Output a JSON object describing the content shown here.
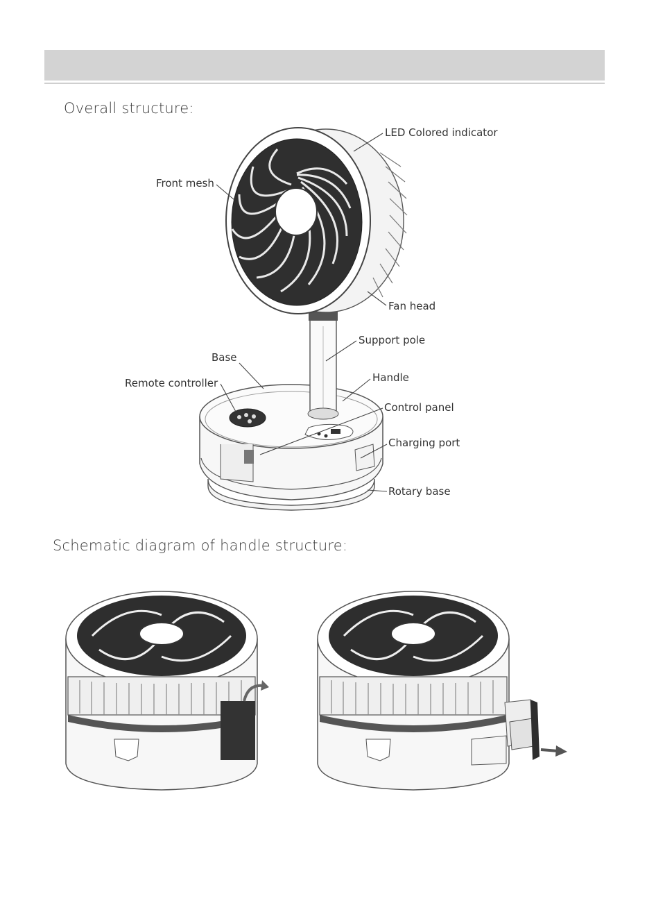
{
  "sections": {
    "overall_title": "Overall structure:",
    "handle_title": "Schematic diagram of handle structure:"
  },
  "labels": {
    "led": "LED  Colored indicator",
    "front_mesh": "Front mesh",
    "fan_head": "Fan head",
    "support_pole": "Support pole",
    "base": "Base",
    "handle": "Handle",
    "remote_controller": "Remote controller",
    "control_panel": "Control panel",
    "charging_port": "Charging port",
    "rotary_base": "Rotary base"
  }
}
